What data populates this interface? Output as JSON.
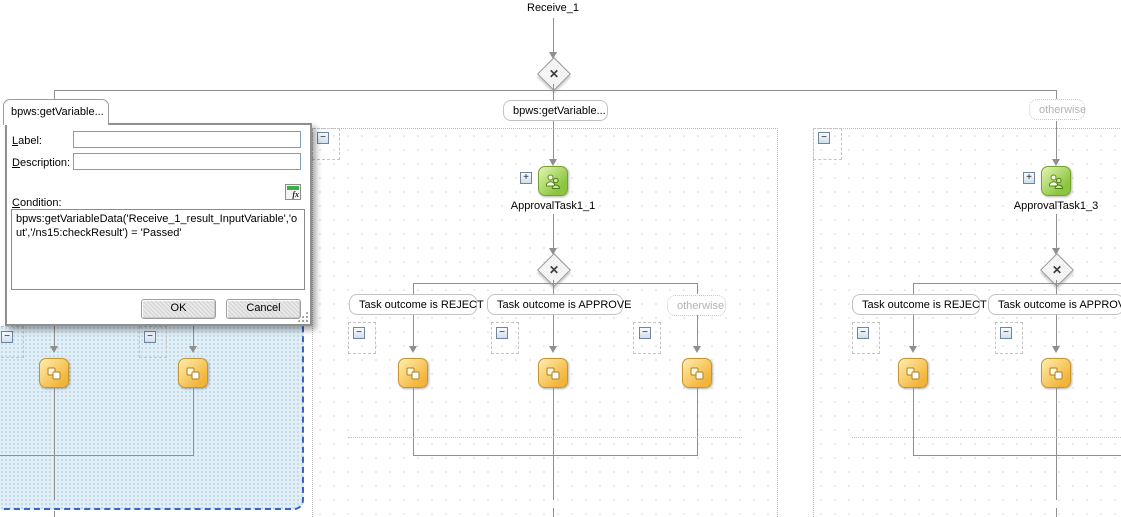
{
  "flow": {
    "receive_label": "Receive_1",
    "left_branch_label": "bpws:getVariable...",
    "middle_branch_label": "bpws:getVariable...",
    "right_branch_label": "otherwise"
  },
  "middle_branch": {
    "task_label": "ApprovalTask1_1",
    "case_reject": "Task outcome is REJECT",
    "case_approve": "Task outcome is APPROVE",
    "case_otherwise": "otherwise"
  },
  "right_branch": {
    "task_label": "ApprovalTask1_3",
    "case_reject": "Task outcome is REJECT",
    "case_approve": "Task outcome is APPROVE"
  },
  "dialog": {
    "tab_label": "bpws:getVariable...",
    "label_caption": "Label:",
    "label_value": "",
    "description_caption": "Description:",
    "description_value": "",
    "condition_caption": "Condition:",
    "condition_value": "bpws:getVariableData('Receive_1_result_InputVariable','out','/ns15:checkResult') = 'Passed'",
    "ok_button": "OK",
    "cancel_button": "Cancel"
  },
  "symbols": {
    "collapse": "−",
    "expand": "+",
    "switch_x": "✕",
    "fx": "fx"
  },
  "colors": {
    "selection_fill": "#e2eff7",
    "selection_border": "#3b63c4",
    "task_green": "#8cc63f",
    "assign_orange": "#f2b53a",
    "connector_gray": "#8f8f8f"
  }
}
